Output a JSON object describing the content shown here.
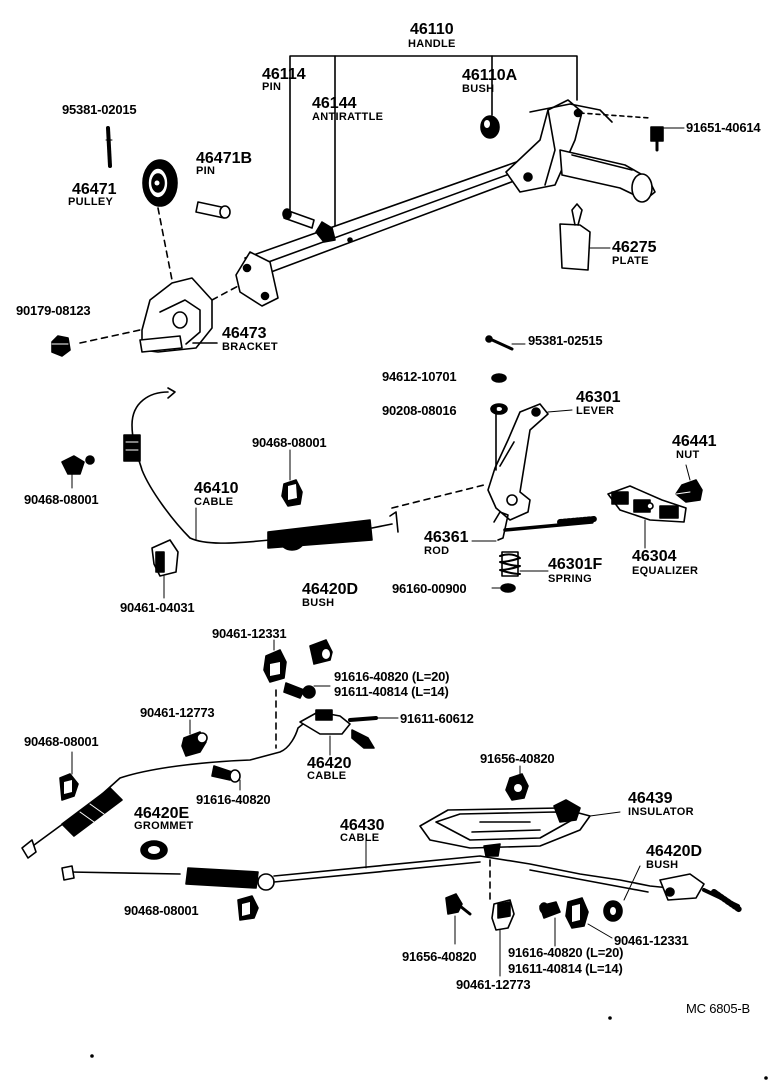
{
  "labels": {
    "handle_pn": "46110",
    "handle_nm": "HANDLE",
    "pin_pn": "46114",
    "pin_nm": "PIN",
    "antirattle_pn": "46144",
    "antirattle_nm": "ANTIRATTLE",
    "bush_a_pn": "46110A",
    "bush_a_nm": "BUSH",
    "bolt_614": "91651-40614",
    "bolt_02015": "95381-02015",
    "pin_b_pn": "46471B",
    "pin_b_nm": "PIN",
    "pulley_pn": "46471",
    "pulley_nm": "PULLEY",
    "plate_pn": "46275",
    "plate_nm": "PLATE",
    "nut_08123": "90179-08123",
    "bracket_pn": "46473",
    "bracket_nm": "BRACKET",
    "pin_02515": "95381-02515",
    "washer_10701": "94612-10701",
    "washer_08016": "90208-08016",
    "lever_pn": "46301",
    "lever_nm": "LEVER",
    "clip_08001_a": "90468-08001",
    "clip_08001_b": "90468-08001",
    "cable_46410_pn": "46410",
    "cable_46410_nm": "CABLE",
    "nut_46441_pn": "46441",
    "nut_46441_nm": "NUT",
    "rod_pn": "46361",
    "rod_nm": "ROD",
    "spring_pn": "46301F",
    "spring_nm": "SPRING",
    "equalizer_pn": "46304",
    "equalizer_nm": "EQUALIZER",
    "pin_00900": "96160-00900",
    "clip_04031": "90461-04031",
    "bush_d1_pn": "46420D",
    "bush_d1_nm": "BUSH",
    "clip_12331_a": "90461-12331",
    "bolt_40820_l20_a": "91616-40820 (L=20)",
    "bolt_40814_l14_a": "91611-40814 (L=14)",
    "clip_12773_a": "90461-12773",
    "bolt_60612": "91611-60612",
    "clip_08001_c": "90468-08001",
    "cable_46420_pn": "46420",
    "cable_46420_nm": "CABLE",
    "bolt_40820_a": "91616-40820",
    "bolt_56_40820_a": "91656-40820",
    "grommet_pn": "46420E",
    "grommet_nm": "GROMMET",
    "insulator_pn": "46439",
    "insulator_nm": "INSULATOR",
    "cable_46430_pn": "46430",
    "cable_46430_nm": "CABLE",
    "bush_d2_pn": "46420D",
    "bush_d2_nm": "BUSH",
    "clip_08001_d": "90468-08001",
    "clip_12331_b": "90461-12331",
    "bolt_56_40820_b": "91656-40820",
    "bolt_40820_l20_b": "91616-40820 (L=20)",
    "bolt_40814_l14_b": "91611-40814 (L=14)",
    "clip_12773_b": "90461-12773",
    "ref_code": "MC 6805-B"
  },
  "colors": {
    "ink": "#000000",
    "paper": "#ffffff"
  }
}
